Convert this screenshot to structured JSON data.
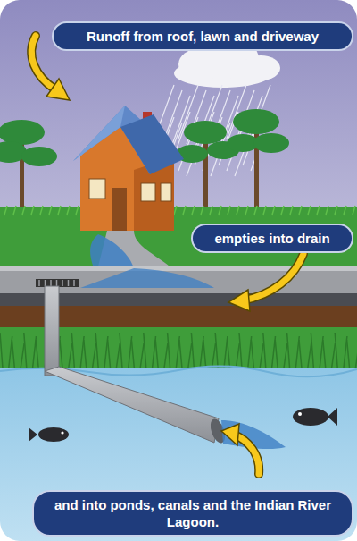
{
  "diagram": {
    "nodes": [
      {
        "text": [
          "Runoff from roof, lawn and driveway"
        ]
      },
      {
        "text": [
          "empties into drain"
        ]
      },
      {
        "text": [
          "and into ponds, canals and the Indian River Lagoon."
        ]
      }
    ]
  }
}
